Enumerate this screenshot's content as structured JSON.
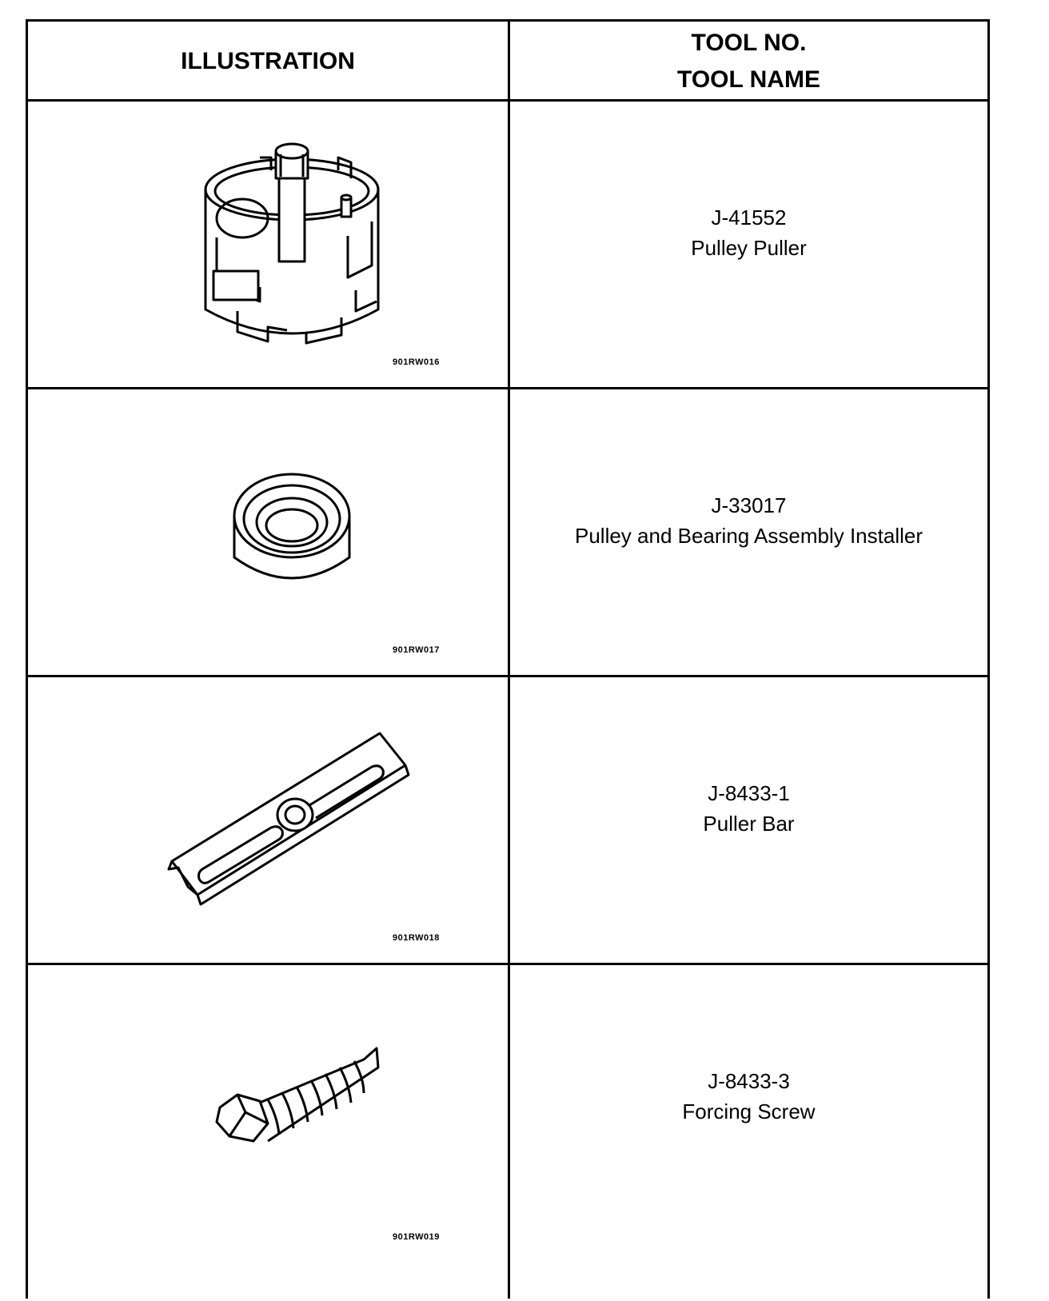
{
  "table": {
    "headers": {
      "illustration": "ILLUSTRATION",
      "tool_no": "TOOL NO.",
      "tool_name": "TOOL NAME"
    },
    "rows": [
      {
        "tool_no": "J-41552",
        "tool_name": "Pulley Puller",
        "figure_code": "901RW016",
        "icon": "pulley-puller-icon"
      },
      {
        "tool_no": "J-33017",
        "tool_name": "Pulley and Bearing Assembly Installer",
        "figure_code": "901RW017",
        "icon": "bearing-installer-icon"
      },
      {
        "tool_no": "J-8433-1",
        "tool_name": "Puller Bar",
        "figure_code": "901RW018",
        "icon": "puller-bar-icon"
      },
      {
        "tool_no": "J-8433-3",
        "tool_name": "Forcing Screw",
        "figure_code": "901RW019",
        "icon": "forcing-screw-icon"
      }
    ]
  }
}
